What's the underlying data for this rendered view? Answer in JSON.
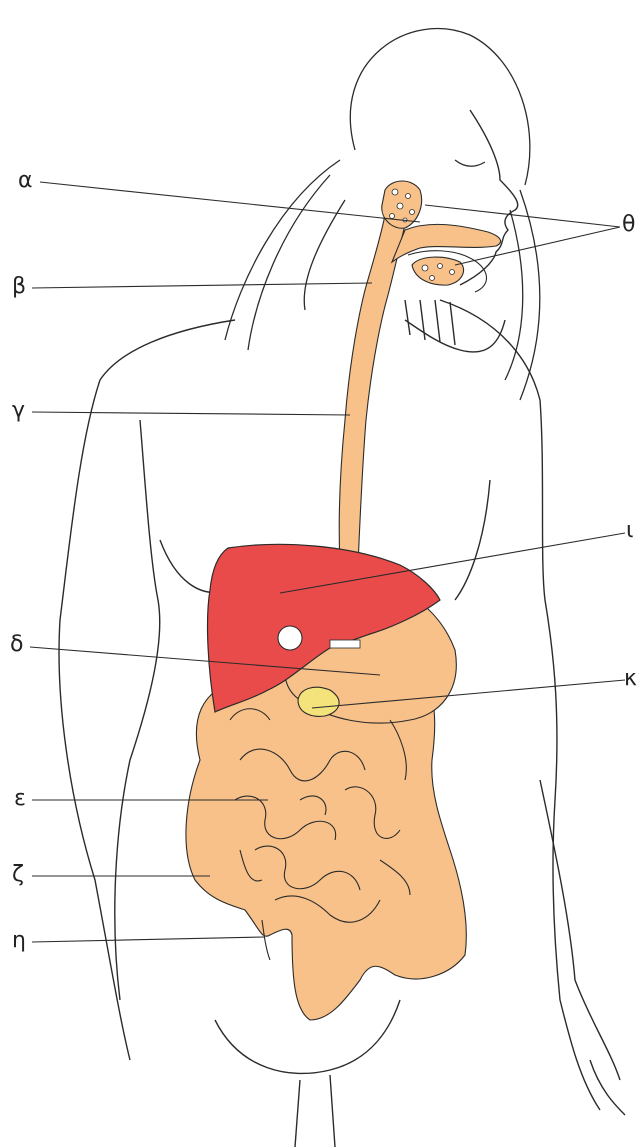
{
  "diagram": {
    "colors": {
      "outline": "#2b2b2b",
      "digestive_tract": "#f7c189",
      "liver": "#e94b4b",
      "gallbladder": "#f4e37a",
      "background": "#ffffff"
    },
    "labels": {
      "alpha": "α",
      "beta": "β",
      "gamma": "γ",
      "delta": "δ",
      "epsilon": "ε",
      "zeta": "ζ",
      "eta": "η",
      "theta": "θ",
      "iota": "ι",
      "kappa": "κ"
    }
  }
}
